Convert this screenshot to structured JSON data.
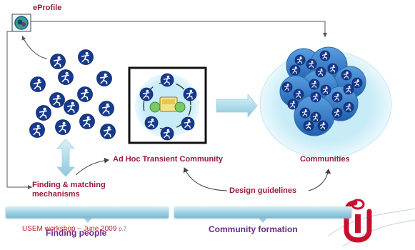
{
  "labels": {
    "eprofile": "eProfile",
    "ad_hoc": "Ad Hoc Transient Community",
    "communities": "Communities",
    "finding_matching_line1": "Finding & matching",
    "finding_matching_line2": "mechanisms",
    "design_guidelines": "Design guidelines",
    "finding_people": "Finding people",
    "community_formation": "Community formation"
  },
  "footer": {
    "workshop": "USEM workshop – June 2009",
    "page": "p.7"
  },
  "colors": {
    "label": "#9b1b3a",
    "banner_label": "#6a2a8a",
    "footer_text": "#c0182a",
    "person_circle": "#163a8c",
    "arrow": "#9fd0e2",
    "logo": "#c8102e"
  },
  "icons": {
    "eprofile": "eprofile-icon",
    "person": "person-icon",
    "logo": "ou-logo-icon"
  }
}
